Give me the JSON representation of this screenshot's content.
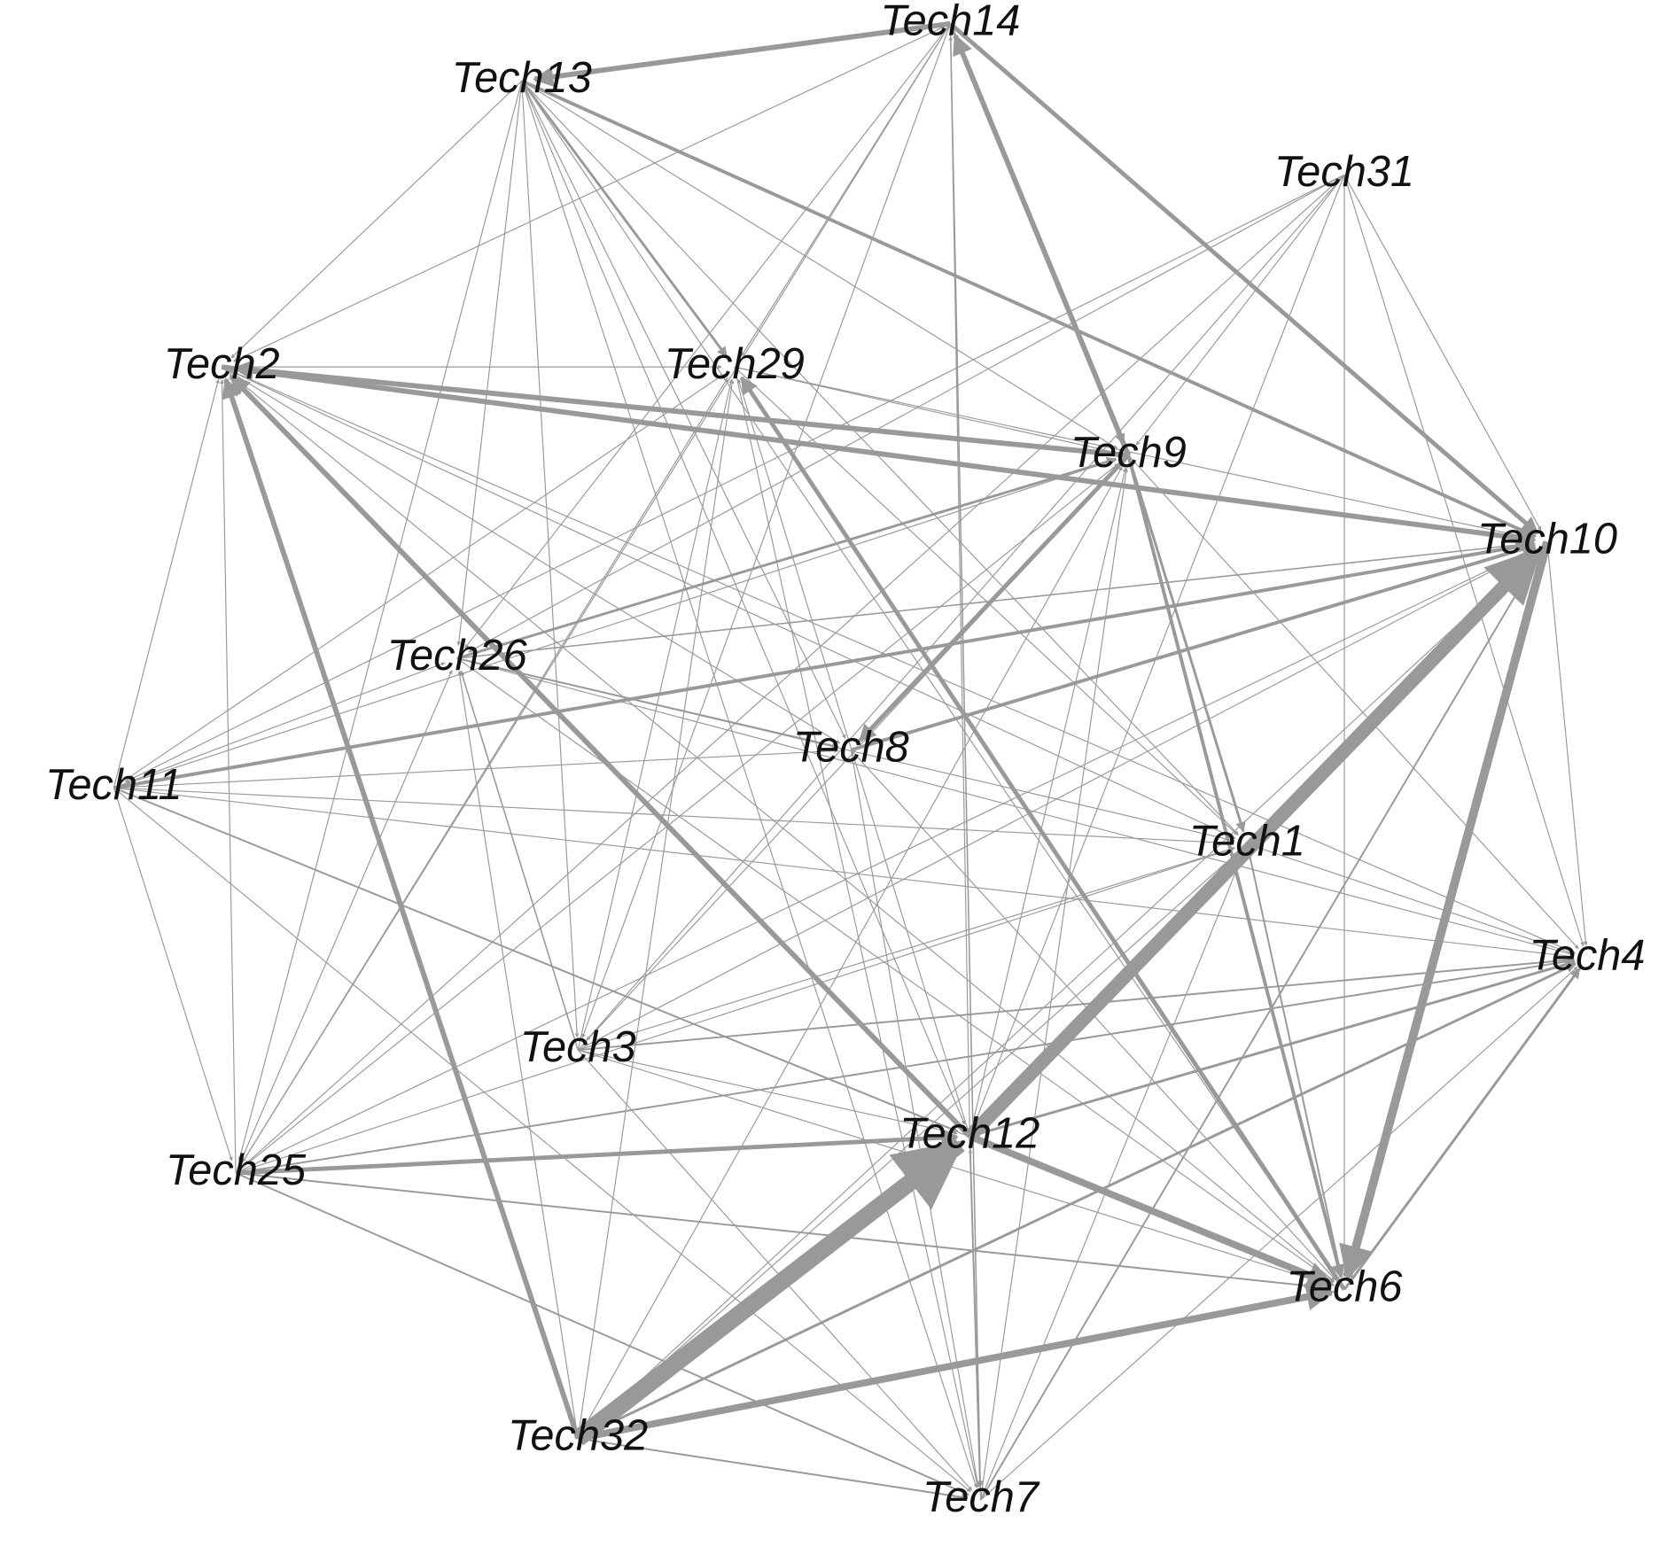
{
  "graph": {
    "type": "directed-network",
    "edge_color": "#999999",
    "label_color": "#111111",
    "nodes": [
      "Tech14",
      "Tech13",
      "Tech31",
      "Tech2",
      "Tech29",
      "Tech9",
      "Tech10",
      "Tech26",
      "Tech8",
      "Tech11",
      "Tech1",
      "Tech4",
      "Tech3",
      "Tech12",
      "Tech25",
      "Tech6",
      "Tech32",
      "Tech7"
    ],
    "edges": [
      [
        "Tech32",
        "Tech12",
        10
      ],
      [
        "Tech12",
        "Tech10",
        8
      ],
      [
        "Tech10",
        "Tech6",
        5
      ],
      [
        "Tech12",
        "Tech6",
        4
      ],
      [
        "Tech32",
        "Tech6",
        4
      ],
      [
        "Tech2",
        "Tech10",
        3
      ],
      [
        "Tech9",
        "Tech2",
        3
      ],
      [
        "Tech32",
        "Tech2",
        3
      ],
      [
        "Tech12",
        "Tech2",
        3
      ],
      [
        "Tech9",
        "Tech14",
        3
      ],
      [
        "Tech14",
        "Tech13",
        3
      ],
      [
        "Tech14",
        "Tech10",
        2.5
      ],
      [
        "Tech9",
        "Tech8",
        2.5
      ],
      [
        "Tech11",
        "Tech10",
        2
      ],
      [
        "Tech25",
        "Tech12",
        2.5
      ],
      [
        "Tech6",
        "Tech29",
        2.5
      ],
      [
        "Tech9",
        "Tech6",
        2
      ],
      [
        "Tech13",
        "Tech10",
        2
      ],
      [
        "Tech8",
        "Tech10",
        2
      ],
      [
        "Tech32",
        "Tech4",
        1.5
      ],
      [
        "Tech26",
        "Tech9",
        1.5
      ],
      [
        "Tech13",
        "Tech29",
        1.5
      ],
      [
        "Tech14",
        "Tech9",
        1.5
      ],
      [
        "Tech12",
        "Tech4",
        1.5
      ],
      [
        "Tech6",
        "Tech4",
        1.5
      ],
      [
        "Tech25",
        "Tech4",
        1
      ],
      [
        "Tech3",
        "Tech4",
        1
      ],
      [
        "Tech7",
        "Tech10",
        1
      ],
      [
        "Tech25",
        "Tech6",
        1
      ],
      [
        "Tech25",
        "Tech7",
        1
      ],
      [
        "Tech32",
        "Tech7",
        1
      ],
      [
        "Tech11",
        "Tech12",
        1
      ],
      [
        "Tech26",
        "Tech8",
        1
      ],
      [
        "Tech1",
        "Tech6",
        1
      ],
      [
        "Tech12",
        "Tech7",
        1
      ],
      [
        "Tech13",
        "Tech2",
        0.6
      ],
      [
        "Tech13",
        "Tech9",
        0.6
      ],
      [
        "Tech13",
        "Tech26",
        0.6
      ],
      [
        "Tech13",
        "Tech8",
        0.6
      ],
      [
        "Tech13",
        "Tech3",
        0.6
      ],
      [
        "Tech13",
        "Tech1",
        0.6
      ],
      [
        "Tech13",
        "Tech12",
        0.6
      ],
      [
        "Tech13",
        "Tech6",
        0.6
      ],
      [
        "Tech13",
        "Tech7",
        0.6
      ],
      [
        "Tech13",
        "Tech25",
        0.6
      ],
      [
        "Tech31",
        "Tech26",
        0.6
      ],
      [
        "Tech31",
        "Tech3",
        0.6
      ],
      [
        "Tech31",
        "Tech25",
        0.6
      ],
      [
        "Tech31",
        "Tech10",
        0.6
      ],
      [
        "Tech31",
        "Tech4",
        0.6
      ],
      [
        "Tech31",
        "Tech6",
        0.6
      ],
      [
        "Tech31",
        "Tech12",
        0.6
      ],
      [
        "Tech31",
        "Tech9",
        0.6
      ],
      [
        "Tech31",
        "Tech11",
        0.6
      ],
      [
        "Tech14",
        "Tech2",
        0.6
      ],
      [
        "Tech14",
        "Tech29",
        0.6
      ],
      [
        "Tech14",
        "Tech26",
        0.6
      ],
      [
        "Tech14",
        "Tech7",
        0.8
      ],
      [
        "Tech14",
        "Tech3",
        0.6
      ],
      [
        "Tech14",
        "Tech25",
        0.6
      ],
      [
        "Tech11",
        "Tech2",
        0.6
      ],
      [
        "Tech11",
        "Tech29",
        0.6
      ],
      [
        "Tech11",
        "Tech9",
        0.6
      ],
      [
        "Tech11",
        "Tech1",
        0.6
      ],
      [
        "Tech11",
        "Tech4",
        0.6
      ],
      [
        "Tech11",
        "Tech6",
        0.6
      ],
      [
        "Tech11",
        "Tech7",
        0.6
      ],
      [
        "Tech11",
        "Tech25",
        0.6
      ],
      [
        "Tech11",
        "Tech26",
        0.6
      ],
      [
        "Tech11",
        "Tech8",
        0.6
      ],
      [
        "Tech25",
        "Tech2",
        0.6
      ],
      [
        "Tech25",
        "Tech26",
        0.6
      ],
      [
        "Tech25",
        "Tech29",
        0.6
      ],
      [
        "Tech25",
        "Tech9",
        0.6
      ],
      [
        "Tech25",
        "Tech10",
        0.6
      ],
      [
        "Tech25",
        "Tech1",
        0.6
      ],
      [
        "Tech32",
        "Tech1",
        0.6
      ],
      [
        "Tech32",
        "Tech29",
        0.6
      ],
      [
        "Tech32",
        "Tech26",
        0.6
      ],
      [
        "Tech32",
        "Tech9",
        0.6
      ],
      [
        "Tech32",
        "Tech10",
        0.6
      ],
      [
        "Tech3",
        "Tech26",
        0.8
      ],
      [
        "Tech3",
        "Tech29",
        0.6
      ],
      [
        "Tech3",
        "Tech9",
        0.6
      ],
      [
        "Tech3",
        "Tech10",
        0.6
      ],
      [
        "Tech3",
        "Tech1",
        0.6
      ],
      [
        "Tech3",
        "Tech12",
        0.6
      ],
      [
        "Tech3",
        "Tech6",
        0.6
      ],
      [
        "Tech3",
        "Tech7",
        0.6
      ],
      [
        "Tech12",
        "Tech1",
        0.6
      ],
      [
        "Tech12",
        "Tech29",
        0.6
      ],
      [
        "Tech12",
        "Tech9",
        0.6
      ],
      [
        "Tech12",
        "Tech14",
        0.6
      ],
      [
        "Tech7",
        "Tech12",
        0.6
      ],
      [
        "Tech7",
        "Tech1",
        0.6
      ],
      [
        "Tech7",
        "Tech4",
        0.6
      ],
      [
        "Tech7",
        "Tech9",
        0.6
      ],
      [
        "Tech2",
        "Tech29",
        0.6
      ],
      [
        "Tech2",
        "Tech1",
        0.6
      ],
      [
        "Tech2",
        "Tech4",
        0.6
      ],
      [
        "Tech2",
        "Tech6",
        0.6
      ],
      [
        "Tech2",
        "Tech8",
        0.6
      ],
      [
        "Tech29",
        "Tech9",
        0.6
      ],
      [
        "Tech29",
        "Tech1",
        0.6
      ],
      [
        "Tech29",
        "Tech7",
        0.6
      ],
      [
        "Tech29",
        "Tech10",
        0.6
      ],
      [
        "Tech26",
        "Tech10",
        0.8
      ],
      [
        "Tech26",
        "Tech1",
        0.6
      ],
      [
        "Tech26",
        "Tech4",
        0.6
      ],
      [
        "Tech26",
        "Tech6",
        0.6
      ],
      [
        "Tech9",
        "Tech1",
        1.5
      ],
      [
        "Tech9",
        "Tech4",
        0.6
      ],
      [
        "Tech1",
        "Tech4",
        0.6
      ],
      [
        "Tech10",
        "Tech4",
        0.6
      ],
      [
        "Tech8",
        "Tech6",
        0.6
      ],
      [
        "Tech8",
        "Tech7",
        0.6
      ]
    ]
  }
}
